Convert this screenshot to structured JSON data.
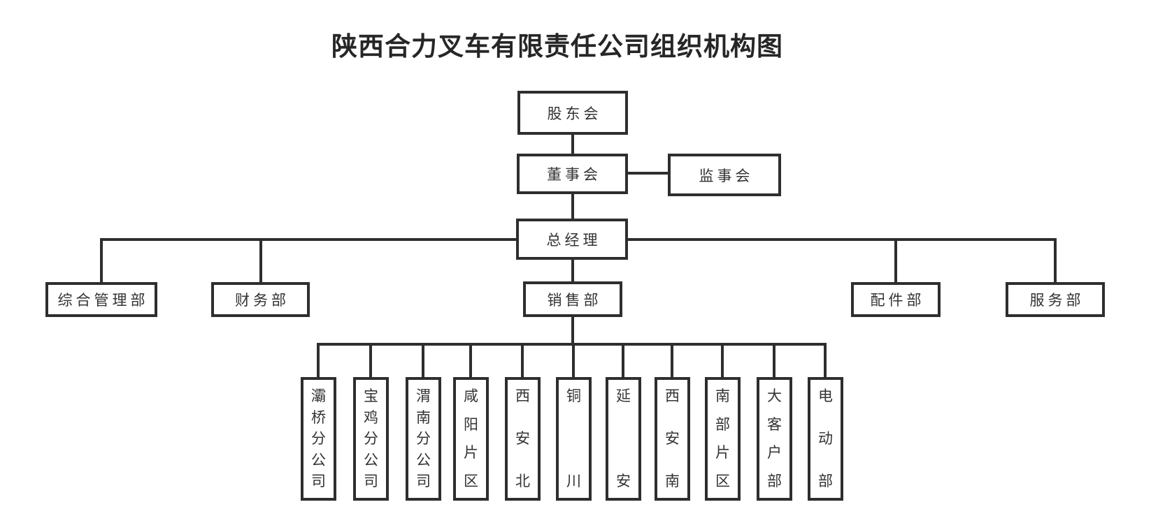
{
  "title": "陕西合力叉车有限责任公司组织机构图",
  "colors": {
    "line": "#2e2e2e",
    "box_border": "#2e2e2e",
    "node_text": "#333333",
    "title_text": "#262626",
    "background": "#ffffff"
  },
  "org": {
    "level1": {
      "shareholders": "股东会"
    },
    "level2": {
      "board": "董事会",
      "supervisory": "监事会"
    },
    "level3": {
      "general_manager": "总经理"
    },
    "departments": [
      "综合管理部",
      "财务部",
      "销售部",
      "配件部",
      "服务部"
    ],
    "sales_units": [
      "灞桥分公司",
      "宝鸡分公司",
      "渭南分公司",
      "咸阳片区",
      "西安北",
      "铜川",
      "延安",
      "西安南",
      "南部片区",
      "大客户部",
      "电动部"
    ]
  }
}
